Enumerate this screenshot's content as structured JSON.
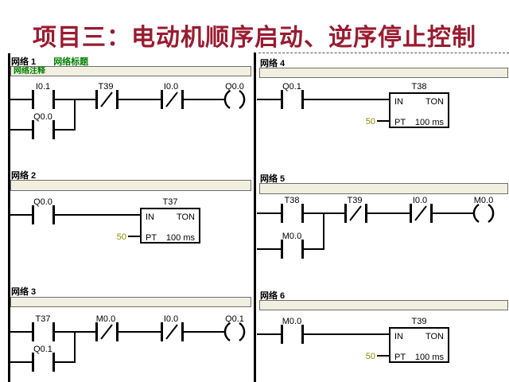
{
  "title": {
    "text": "项目三：电动机顺序启动、逆序停止控制",
    "color": "#9a1b30"
  },
  "accent_colors": {
    "title_red": "#9a1b30",
    "label_green": "#008000",
    "preset_olive": "#8b8b00",
    "comment_bar_bg": "#f1efdf"
  },
  "networks": [
    {
      "name": "网络 1",
      "title_label": "网络标题",
      "comment": "网络注释",
      "contacts": {
        "c1": "I0.1",
        "c2": "T39",
        "c3": "I0.0"
      },
      "contact_types": {
        "c1": "NO",
        "c2": "NC",
        "c3": "NC"
      },
      "coil": "Q0.0",
      "branch": "Q0.0"
    },
    {
      "name": "网络 2",
      "comment": "",
      "contact": "Q0.0",
      "timer": {
        "name": "T37",
        "in_label": "IN",
        "type": "TON",
        "pt_label": "PT",
        "preset": "50",
        "base": "100 ms"
      }
    },
    {
      "name": "网络 3",
      "comment": "",
      "contacts": {
        "c1": "T37",
        "c2": "M0.0",
        "c3": "I0.0"
      },
      "contact_types": {
        "c1": "NO",
        "c2": "NC",
        "c3": "NC"
      },
      "coil": "Q0.1",
      "branch": "Q0.1"
    },
    {
      "name": "网络 4",
      "comment": "",
      "contact": "Q0.1",
      "timer": {
        "name": "T38",
        "in_label": "IN",
        "type": "TON",
        "pt_label": "PT",
        "preset": "50",
        "base": "100 ms"
      }
    },
    {
      "name": "网络 5",
      "comment": "",
      "contacts": {
        "c1": "T38",
        "c2": "T39",
        "c3": "I0.0"
      },
      "contact_types": {
        "c1": "NO",
        "c2": "NC",
        "c3": "NC"
      },
      "coil": "M0.0",
      "branch": "M0.0"
    },
    {
      "name": "网络 6",
      "comment": "",
      "contact": "M0.0",
      "timer": {
        "name": "T39",
        "in_label": "IN",
        "type": "TON",
        "pt_label": "PT",
        "preset": "50",
        "base": "100 ms"
      }
    }
  ]
}
